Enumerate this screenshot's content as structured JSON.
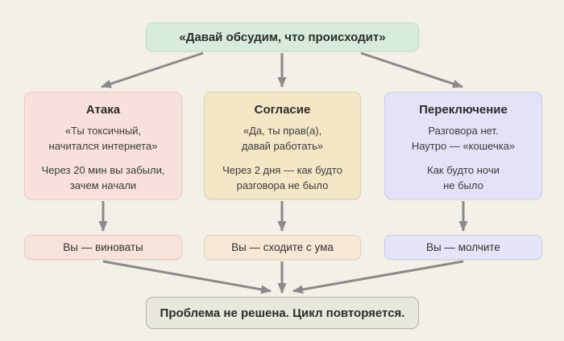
{
  "diagram": {
    "root": "«Давай обсудим, что происходит»",
    "columns": [
      {
        "title": "Атака",
        "quote": "«Ты токсичный,\nначитался интернета»",
        "note": "Через 20 мин вы забыли,\nзачем начали",
        "result": "Вы — виноваты"
      },
      {
        "title": "Согласие",
        "quote": "«Да, ты прав(а),\nдавай работать»",
        "note": "Через 2 дня — как будто\nразговора не было",
        "result": "Вы — сходите с ума"
      },
      {
        "title": "Переключение",
        "quote": "Разговора нет.\nНаутро — «кошечка»",
        "note": "Как будто ночи\nне было",
        "result": "Вы — молчите"
      }
    ],
    "outcome": "Проблема не решена. Цикл повторяется.",
    "colors": {
      "background": "#f3f0e7",
      "root_box": "#d7ecdc",
      "attack_box": "#f8e1dc",
      "agree_box": "#f3e7c6",
      "switch_box": "#e4e2f7",
      "outcome_box": "#e8e8dd",
      "arrow": "#8a8a8a"
    }
  }
}
